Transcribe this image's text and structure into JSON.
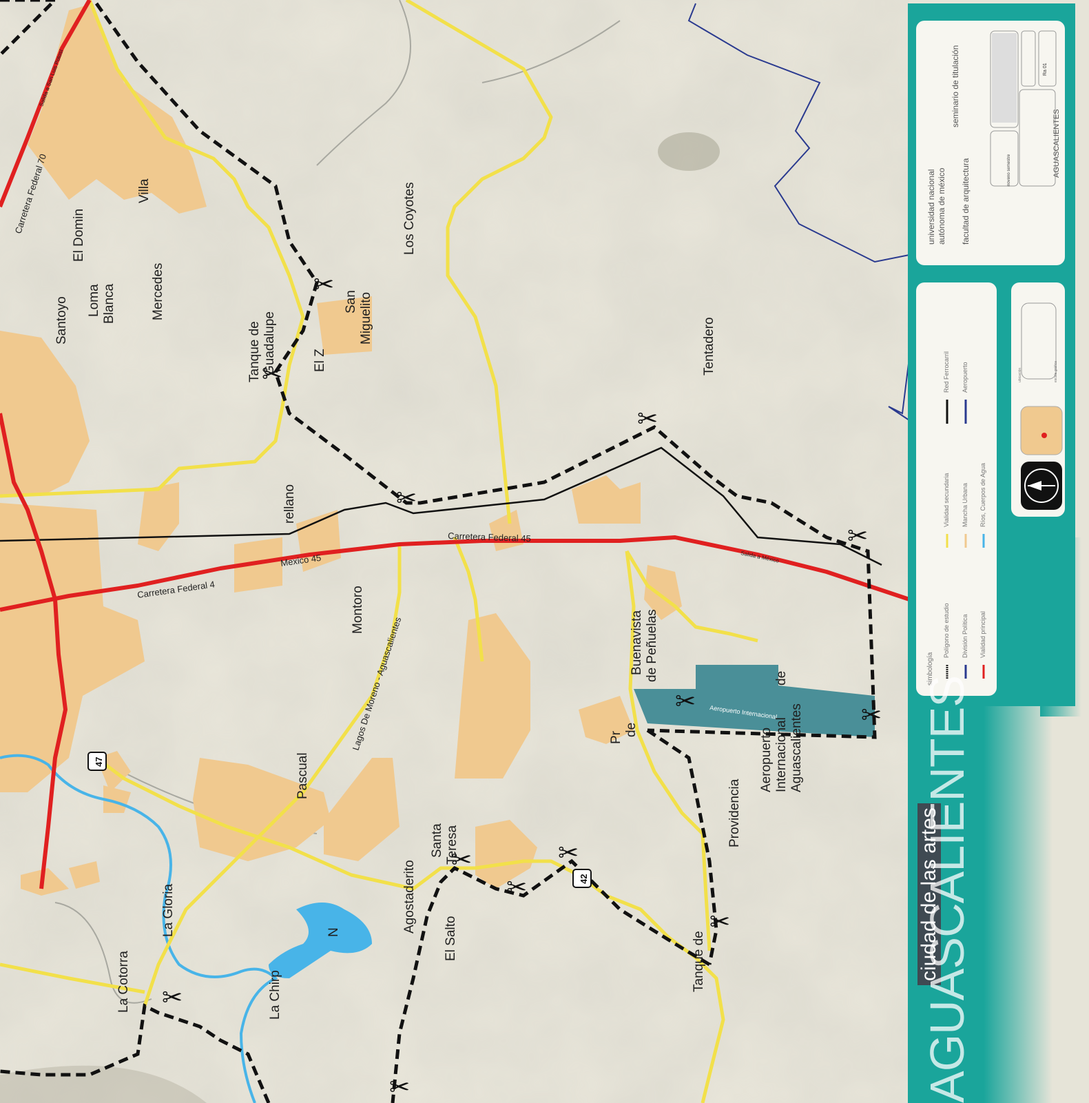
{
  "map": {
    "places": [
      "Santoyo",
      "El Domin",
      "Loma",
      "Blanca",
      "Mercedes",
      "Tanque de",
      "Guadalupe",
      "San",
      "Miguelito",
      "El Z",
      "Los Coyotes",
      "Tentadero",
      "rellano",
      "Montoro",
      "Buenavista",
      "de Peñuelas",
      "Providencia",
      "Tanque de",
      "El Salto",
      "Agostaderito",
      "Santa",
      "Teresa",
      "La Gloria",
      "La Cotorra",
      "La Chirp",
      "Pascual",
      "Aeropuerto",
      "Internacional",
      "Aguascalientes",
      "de",
      "Pr",
      "de",
      "Villa",
      "N"
    ],
    "roads": {
      "carretera_70": "Carretera Federal 70",
      "carretera_45": "Carretera Federal 45",
      "carretera_45b": "Carretera Federal 4",
      "salida_slp": "Salida a San Luis Potosí",
      "salida_mexico": "Salida a México",
      "lagos": "Lagos De Moreno - Aguascalientes",
      "mexico45": "Mexico 45"
    },
    "shields": [
      "47",
      "42"
    ],
    "airport_label": "Aeropuerto Internacional"
  },
  "titleblock": {
    "university_line1": "universidad nacional",
    "university_line2": "autónoma de méxico",
    "seminar": "seminario de titulación",
    "faculty": "facultad de arquitectura",
    "city_label": "AGUASCALIENTES",
    "sheet": "Ra 01",
    "semester": "noveno semestre"
  },
  "legend": {
    "title": "simbología",
    "items": [
      {
        "label": "Polígono de estudio",
        "color": "#222222"
      },
      {
        "label": "División Política",
        "color": "#2a3a8f"
      },
      {
        "label": "Vialidad principal",
        "color": "#e02020"
      },
      {
        "label": "Vialidad secundaria",
        "color": "#f2e04a"
      },
      {
        "label": "Mancha Urbana",
        "color": "#f0c98f"
      },
      {
        "label": "Ríos, Cuerpos de Agua",
        "color": "#48b4e8"
      },
      {
        "label": "Red Ferrocarril",
        "color": "#111111"
      },
      {
        "label": "Aeropuerto",
        "color": "#4a8f98"
      }
    ],
    "locator_label": "ubicación",
    "scale_label": "escala gráfica"
  },
  "title": {
    "line1": "ciudad de las artes",
    "line2": "AGUASCALIENTES"
  },
  "colors": {
    "teal": "#1aa59b",
    "urban": "#f0c98f",
    "principal": "#e02020",
    "secondary": "#f2e04a",
    "water": "#48b4e8",
    "airport": "#4a8f98",
    "division": "#2a3a8f"
  }
}
